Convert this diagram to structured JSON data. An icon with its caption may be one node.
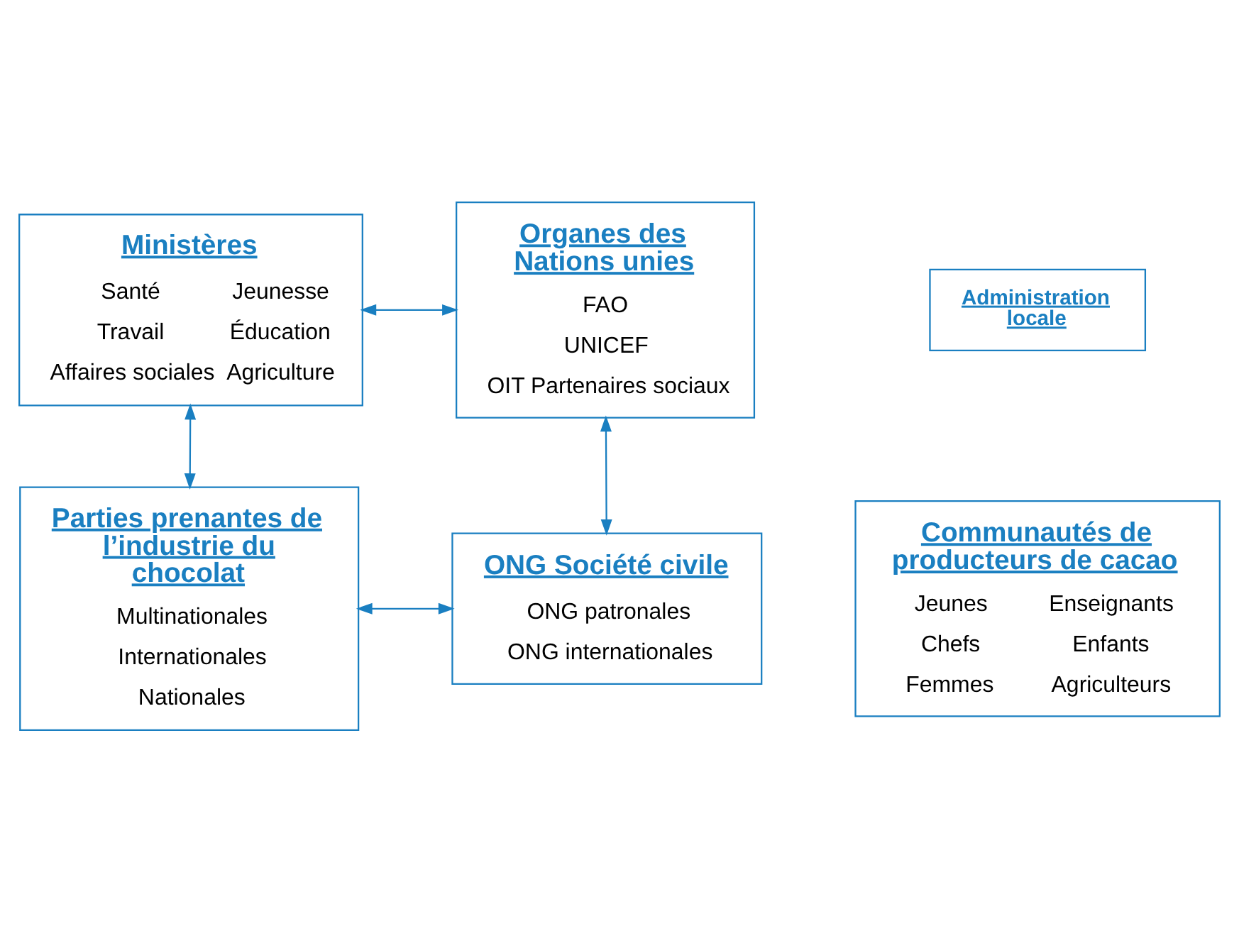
{
  "diagram": {
    "nodes": [
      {
        "text": [
          "Ministères",
          "Santé",
          "Jeunesse",
          "Travail",
          "Éducation",
          "Affaires sociales",
          "Agriculture"
        ]
      },
      {
        "text": [
          "Administration locale"
        ]
      },
      {
        "text": [
          "Organes des Nations unies",
          "FAO",
          "UNICEF",
          "OIT Partenaires sociaux"
        ]
      },
      {
        "text": [
          "Communautés de producteurs de cacao",
          "Jeunes",
          "Enseignants",
          "Chefs",
          "Enfants",
          "Femmes",
          "Agriculteurs"
        ]
      },
      {
        "text": [
          "Parties prenantes de l’industrie du chocolat",
          "Multinationales",
          "Internationales",
          "Nationales"
        ]
      },
      {
        "text": [
          "ONG Société civile",
          "ONG patronales",
          "ONG internationales"
        ]
      }
    ],
    "edges": [
      {
        "from": 0,
        "to": 2,
        "arrow": "both"
      },
      {
        "from": 0,
        "to": 4,
        "arrow": "both"
      },
      {
        "from": 2,
        "to": 5,
        "arrow": "both"
      },
      {
        "from": 4,
        "to": 5,
        "arrow": "both"
      }
    ]
  }
}
